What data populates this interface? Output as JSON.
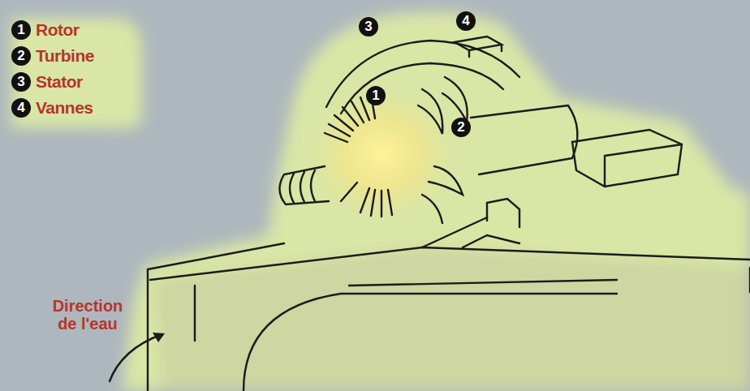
{
  "diagram": {
    "labels": [
      "1",
      "Rotor",
      "2",
      "Turbine",
      "3",
      "Stator",
      "4",
      "Vannes",
      "3",
      "4",
      "1",
      "2",
      "Direction de l'eau"
    ]
  }
}
